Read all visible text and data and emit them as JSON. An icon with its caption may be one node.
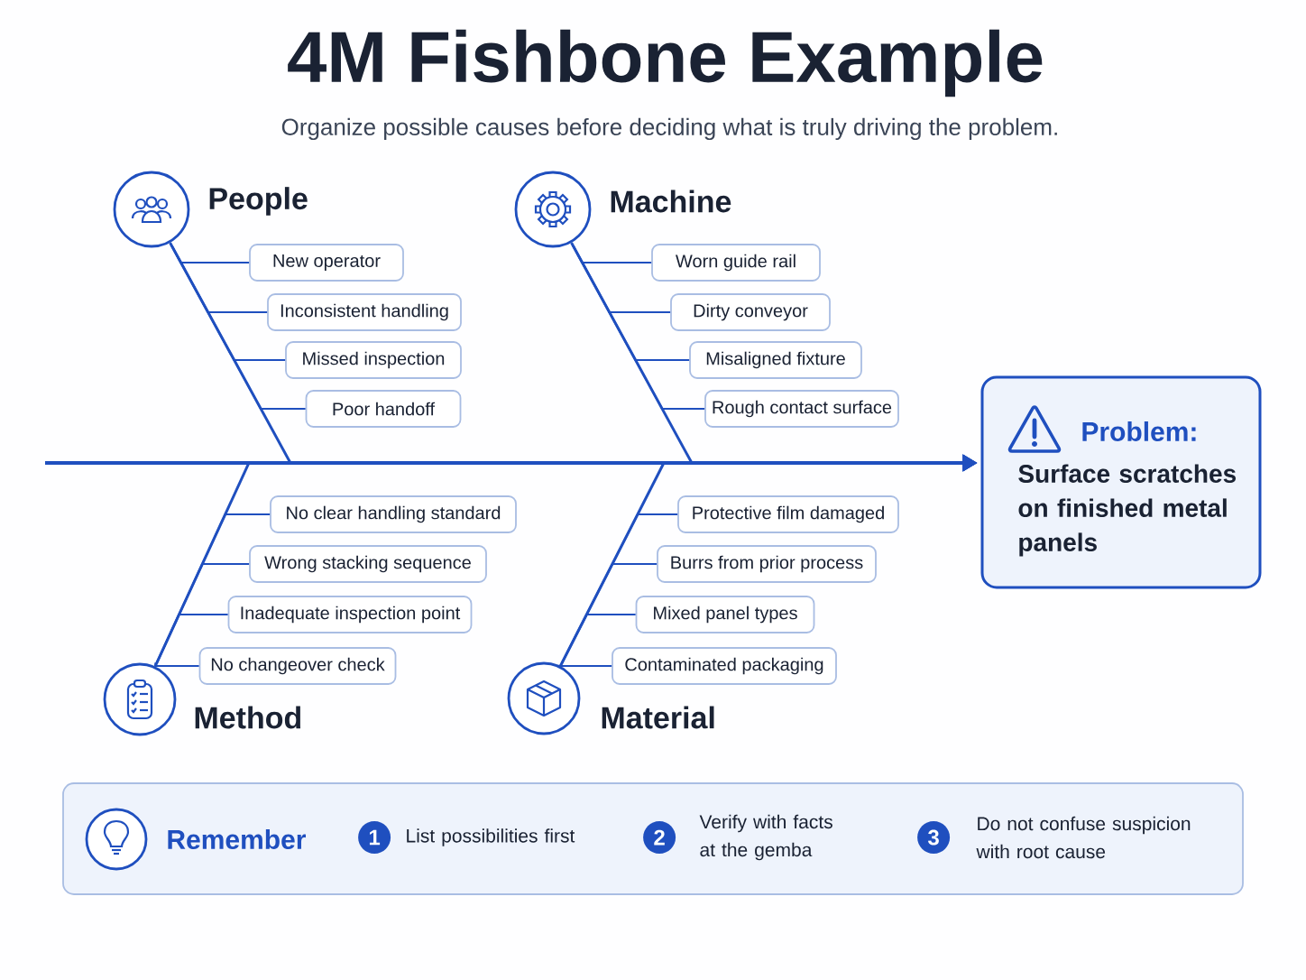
{
  "diagram": {
    "title": "4M Fishbone Example",
    "nodes": [
      {
        "text": [
          "People"
        ]
      },
      {
        "text": [
          "New operator"
        ]
      },
      {
        "text": [
          "Inconsistent handling"
        ]
      },
      {
        "text": [
          "Missed inspection"
        ]
      },
      {
        "text": [
          "Poor handoff"
        ]
      },
      {
        "text": [
          "Machine"
        ]
      },
      {
        "text": [
          "Worn guide rail"
        ]
      },
      {
        "text": [
          "Dirty conveyor"
        ]
      },
      {
        "text": [
          "Misaligned fixture"
        ]
      },
      {
        "text": [
          "Rough contact surface"
        ]
      },
      {
        "text": [
          "Method"
        ]
      },
      {
        "text": [
          "No clear handling standard"
        ]
      },
      {
        "text": [
          "Wrong stacking sequence"
        ]
      },
      {
        "text": [
          "Inadequate inspection point"
        ]
      },
      {
        "text": [
          "No changeover check"
        ]
      },
      {
        "text": [
          "Material"
        ]
      },
      {
        "text": [
          "Protective film damaged"
        ]
      },
      {
        "text": [
          "Burrs from prior process"
        ]
      },
      {
        "text": [
          "Mixed panel types"
        ]
      },
      {
        "text": [
          "Contaminated packaging"
        ]
      },
      {
        "text": [
          "Problem:",
          "Surface scratches on finished metal panels"
        ]
      },
      {
        "text": [
          "Remember"
        ]
      },
      {
        "text": [
          "1"
        ],
        "beside": [
          "List possibilities first"
        ],
        "in": 21
      },
      {
        "text": [
          "2"
        ],
        "beside": [
          "Verify with facts at the gemba"
        ],
        "in": 21
      },
      {
        "text": [
          "3"
        ],
        "beside": [
          "Do not confuse suspicion with root cause"
        ],
        "in": 21
      }
    ],
    "edges": [
      {
        "from": null,
        "to": 20,
        "arrow": "to"
      },
      {
        "from": 0,
        "to": 20,
        "arrow": "to"
      },
      {
        "from": 5,
        "to": 20,
        "arrow": "to"
      },
      {
        "from": 10,
        "to": 20,
        "arrow": "to"
      },
      {
        "from": 15,
        "to": 20,
        "arrow": "to"
      },
      {
        "from": 1,
        "to": 0,
        "arrow": "none"
      },
      {
        "from": 2,
        "to": 0,
        "arrow": "none"
      },
      {
        "from": 3,
        "to": 0,
        "arrow": "none"
      },
      {
        "from": 4,
        "to": 0,
        "arrow": "none"
      },
      {
        "from": 6,
        "to": 5,
        "arrow": "none"
      },
      {
        "from": 7,
        "to": 5,
        "arrow": "none"
      },
      {
        "from": 8,
        "to": 5,
        "arrow": "none"
      },
      {
        "from": 9,
        "to": 5,
        "arrow": "none"
      },
      {
        "from": 11,
        "to": 10,
        "arrow": "none"
      },
      {
        "from": 12,
        "to": 10,
        "arrow": "none"
      },
      {
        "from": 13,
        "to": 10,
        "arrow": "none"
      },
      {
        "from": 14,
        "to": 10,
        "arrow": "none"
      },
      {
        "from": 16,
        "to": 15,
        "arrow": "none"
      },
      {
        "from": 17,
        "to": 15,
        "arrow": "none"
      },
      {
        "from": 18,
        "to": 15,
        "arrow": "none"
      },
      {
        "from": 19,
        "to": 15,
        "arrow": "none"
      }
    ],
    "labels": [
      "Organize possible causes before deciding what is truly driving the problem."
    ]
  }
}
